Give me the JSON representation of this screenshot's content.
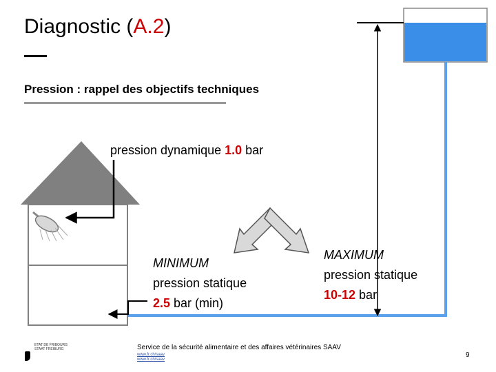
{
  "header": {
    "title_prefix": "Diagnostic (",
    "title_highlight": "A.2",
    "title_suffix": ")",
    "subtitle": "Pression : rappel des objectifs techniques"
  },
  "labels": {
    "dynamic_prefix": "pression dynamique ",
    "dynamic_value": "1.0",
    "dynamic_unit": " bar",
    "minimum_title": "MINIMUM",
    "minimum_line": "pression statique",
    "minimum_value": "2.5",
    "minimum_unit": " bar (min)",
    "maximum_title": "MAXIMUM",
    "maximum_line": "pression statique",
    "maximum_value": "10-12",
    "maximum_unit": " bar"
  },
  "footer": {
    "service": "Service de la sécurité alimentaire et des affaires vétérinaires SAAV",
    "link1": "www.fr.ch/saav",
    "link2": "www.fr.ch/saav",
    "page_number": "9",
    "logo_line1": "ETAT DE FRIBOURG",
    "logo_line2": "STAAT FREIBURG"
  },
  "colors": {
    "accent": "#cc0000",
    "water": "#3b8ee8",
    "pipe": "#5aa0ea",
    "roof": "#808080"
  }
}
